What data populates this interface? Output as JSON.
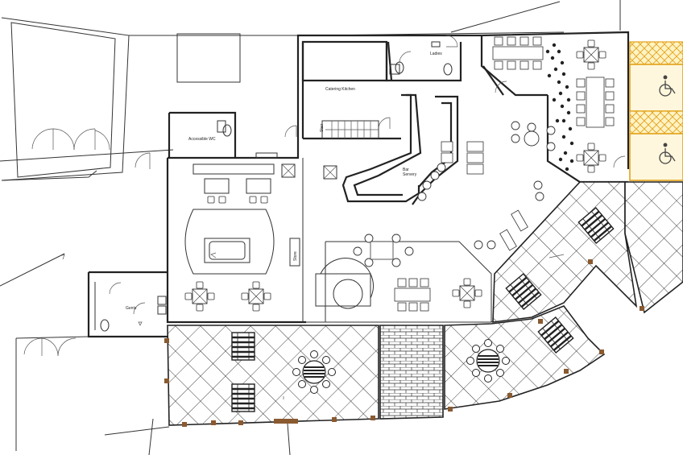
{
  "rooms": {
    "catering_kitchen": "Catering Kitchen",
    "accessible_wc": "Accessible WC",
    "ladies": "Ladies",
    "gents": "Gents",
    "bar_servery": "Bar\nServery",
    "stair_label": "Stair",
    "store": "Store"
  },
  "colors": {
    "parking": "#e3a21a",
    "wall": "#222222"
  },
  "icons": {
    "accessible_parking": "wheelchair-icon"
  }
}
